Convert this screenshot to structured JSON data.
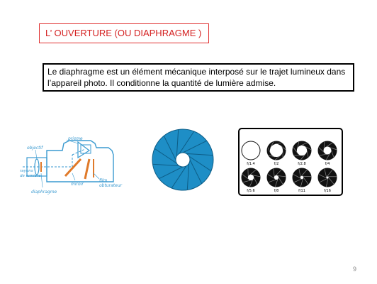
{
  "slide": {
    "title": "L’ OUVERTURE  (OU DIAPHRAGME )",
    "body_lines": [
      "Le diaphragme est un élément mécanique interposé sur le trajet lumineux dans",
      "l’appareil photo.  Il conditionne la quantité de lumière admise."
    ],
    "page_number": "9"
  },
  "camera_diagram": {
    "labels": {
      "prisme": "prisme",
      "objectif": "objectif",
      "rayons": "rayons",
      "de_lumiere": "de lumière",
      "film": "film",
      "obturateur": "obturateur",
      "miroir": "miroir",
      "diaphragme": "diaphragme"
    }
  },
  "aperture_grid": {
    "stops": [
      "f/1.4",
      "f/2",
      "f/2.8",
      "f/4",
      "f/5.6",
      "f/8",
      "f/11",
      "f/16"
    ],
    "openings": [
      1.0,
      0.7,
      0.55,
      0.42,
      0.32,
      0.24,
      0.17,
      0.12
    ]
  },
  "colors": {
    "title_red": "#d42020",
    "iris_blue": "#1e8ec6",
    "diagram_blue": "#3a9ad0",
    "diagram_orange": "#e07a2a"
  }
}
